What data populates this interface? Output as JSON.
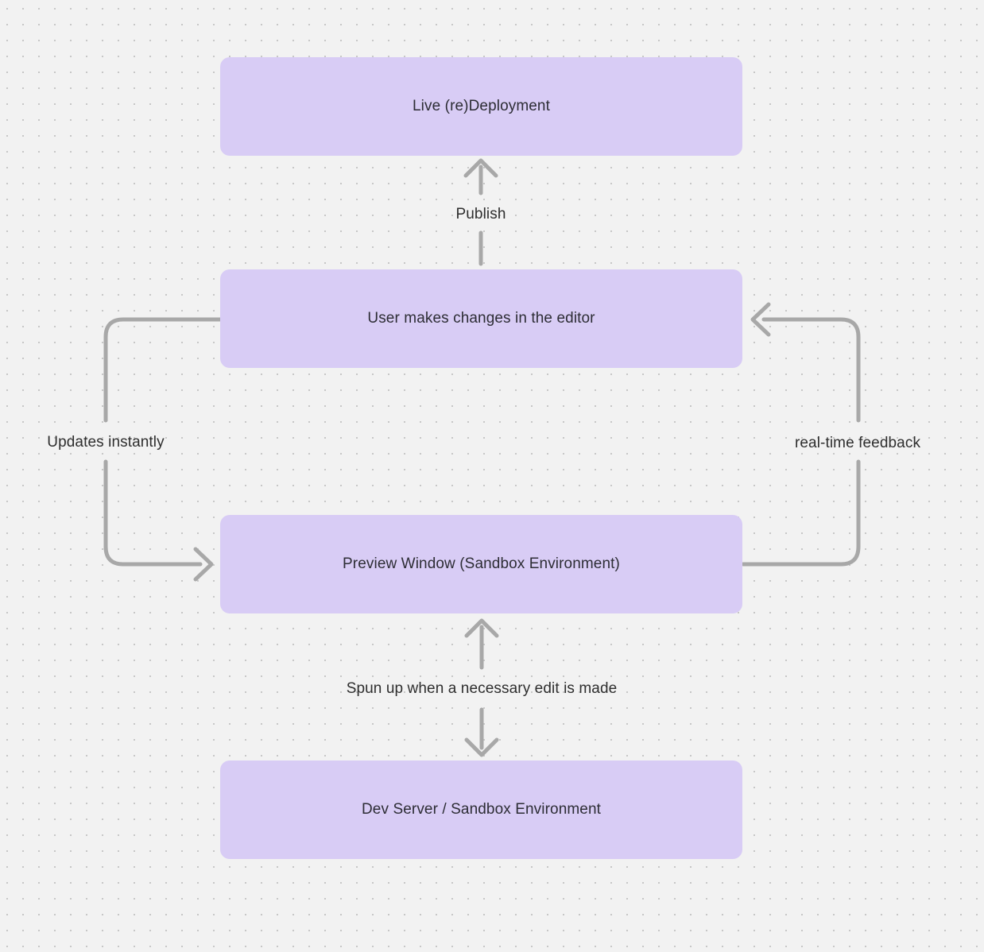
{
  "diagram": {
    "nodes": [
      {
        "id": "live-redeployment",
        "label": "Live (re)Deployment"
      },
      {
        "id": "user-changes",
        "label": "User makes changes in the editor"
      },
      {
        "id": "preview-window",
        "label": "Preview Window (Sandbox Environment)"
      },
      {
        "id": "dev-server",
        "label": "Dev Server / Sandbox Environment"
      }
    ],
    "edges": [
      {
        "id": "publish",
        "label": "Publish",
        "from": "user-changes",
        "to": "live-redeployment",
        "direction": "up"
      },
      {
        "id": "updates-instantly",
        "label": "Updates instantly",
        "from": "user-changes",
        "to": "preview-window",
        "direction": "left-loop"
      },
      {
        "id": "real-time-feedback",
        "label": "real-time feedback",
        "from": "preview-window",
        "to": "user-changes",
        "direction": "right-loop"
      },
      {
        "id": "spun-up",
        "label": "Spun up when a necessary edit is made",
        "from": "preview-window",
        "to": "dev-server",
        "direction": "bidirectional"
      }
    ],
    "colors": {
      "background": "#f2f2f2",
      "dot": "#c7c7c7",
      "node_fill": "#d8ccf5",
      "node_text": "#2d2d35",
      "arrow": "#a8a8a8",
      "label_text": "#2e2e2e"
    }
  }
}
